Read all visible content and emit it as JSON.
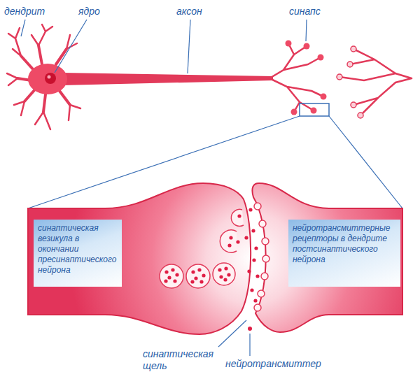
{
  "diagram": {
    "nodes": [
      {
        "text": [
          "синаптическая везикула в окончании пресинаптического нейрона"
        ]
      },
      {
        "text": [
          "нейротрансмиттерные рецепторы в дендрите постсинаптического нейрона"
        ]
      }
    ],
    "labels": [
      "дендрит",
      "ядро",
      "аксон",
      "синапс",
      "синаптическая щель",
      "нейротрансмиттер"
    ]
  }
}
